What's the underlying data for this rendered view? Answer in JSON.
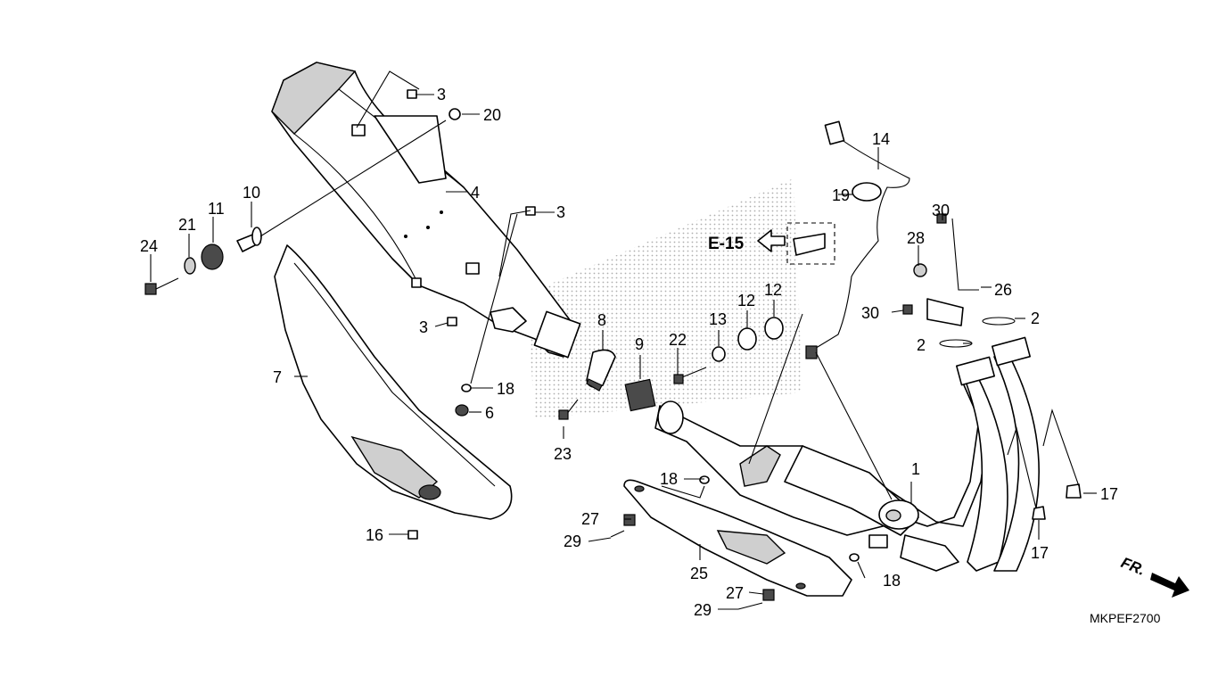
{
  "diagram": {
    "drawing_code": "MKPEF2700",
    "reference_label": "E-15",
    "front_indicator": "FR.",
    "callouts": [
      "1",
      "2",
      "2",
      "3",
      "3",
      "3",
      "4",
      "6",
      "7",
      "8",
      "9",
      "10",
      "11",
      "12",
      "12",
      "13",
      "14",
      "16",
      "17",
      "17",
      "18",
      "18",
      "18",
      "19",
      "20",
      "21",
      "22",
      "23",
      "24",
      "25",
      "26",
      "27",
      "27",
      "28",
      "29",
      "29",
      "30",
      "30"
    ]
  }
}
